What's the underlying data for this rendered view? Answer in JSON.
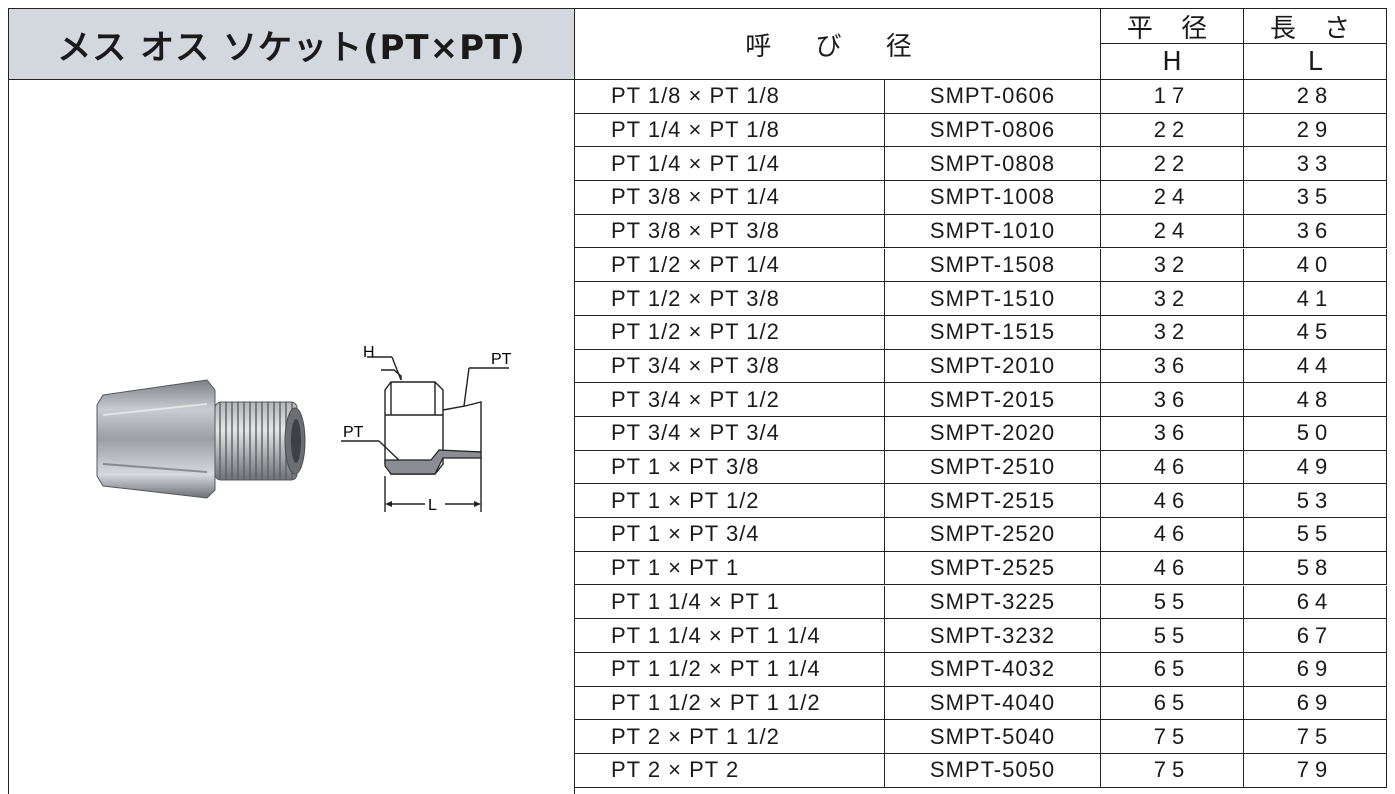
{
  "header": {
    "title": "メス オス ソケット(PT×PT)",
    "nominal": "呼 び 径",
    "width_label": "平 径",
    "width_symbol": "H",
    "length_label": "長 さ",
    "length_symbol": "L"
  },
  "diagram": {
    "label_h": "H",
    "label_pt_right": "PT",
    "label_pt_left": "PT",
    "label_l": "L"
  },
  "colors": {
    "header_bg": "#d3d8df",
    "border": "#222222",
    "diagram_fill": "#8a8d93"
  },
  "rows": [
    {
      "size": "PT 1/8 × PT 1/8",
      "code": "SMPT-0606",
      "h": "17",
      "l": "28"
    },
    {
      "size": "PT 1/4 × PT 1/8",
      "code": "SMPT-0806",
      "h": "22",
      "l": "29"
    },
    {
      "size": "PT 1/4 × PT 1/4",
      "code": "SMPT-0808",
      "h": "22",
      "l": "33"
    },
    {
      "size": "PT 3/8 × PT 1/4",
      "code": "SMPT-1008",
      "h": "24",
      "l": "35"
    },
    {
      "size": "PT 3/8 × PT 3/8",
      "code": "SMPT-1010",
      "h": "24",
      "l": "36"
    },
    {
      "size": "PT 1/2 × PT 1/4",
      "code": "SMPT-1508",
      "h": "32",
      "l": "40"
    },
    {
      "size": "PT 1/2 × PT 3/8",
      "code": "SMPT-1510",
      "h": "32",
      "l": "41"
    },
    {
      "size": "PT 1/2 × PT 1/2",
      "code": "SMPT-1515",
      "h": "32",
      "l": "45"
    },
    {
      "size": "PT 3/4 × PT 3/8",
      "code": "SMPT-2010",
      "h": "36",
      "l": "44"
    },
    {
      "size": "PT 3/4 × PT 1/2",
      "code": "SMPT-2015",
      "h": "36",
      "l": "48"
    },
    {
      "size": "PT 3/4 × PT 3/4",
      "code": "SMPT-2020",
      "h": "36",
      "l": "50"
    },
    {
      "size": "PT 1 × PT 3/8",
      "code": "SMPT-2510",
      "h": "46",
      "l": "49"
    },
    {
      "size": "PT 1 × PT 1/2",
      "code": "SMPT-2515",
      "h": "46",
      "l": "53"
    },
    {
      "size": "PT 1 × PT 3/4",
      "code": "SMPT-2520",
      "h": "46",
      "l": "55"
    },
    {
      "size": "PT 1 × PT 1",
      "code": "SMPT-2525",
      "h": "46",
      "l": "58"
    },
    {
      "size": "PT 1 1/4 × PT 1",
      "code": "SMPT-3225",
      "h": "55",
      "l": "64"
    },
    {
      "size": "PT 1 1/4 × PT 1 1/4",
      "code": "SMPT-3232",
      "h": "55",
      "l": "67"
    },
    {
      "size": "PT 1 1/2 × PT 1 1/4",
      "code": "SMPT-4032",
      "h": "65",
      "l": "69"
    },
    {
      "size": "PT 1 1/2 × PT 1 1/2",
      "code": "SMPT-4040",
      "h": "65",
      "l": "69"
    },
    {
      "size": "PT 2 × PT 1 1/2",
      "code": "SMPT-5040",
      "h": "75",
      "l": "75"
    },
    {
      "size": "PT 2 × PT 2",
      "code": "SMPT-5050",
      "h": "75",
      "l": "79"
    }
  ]
}
